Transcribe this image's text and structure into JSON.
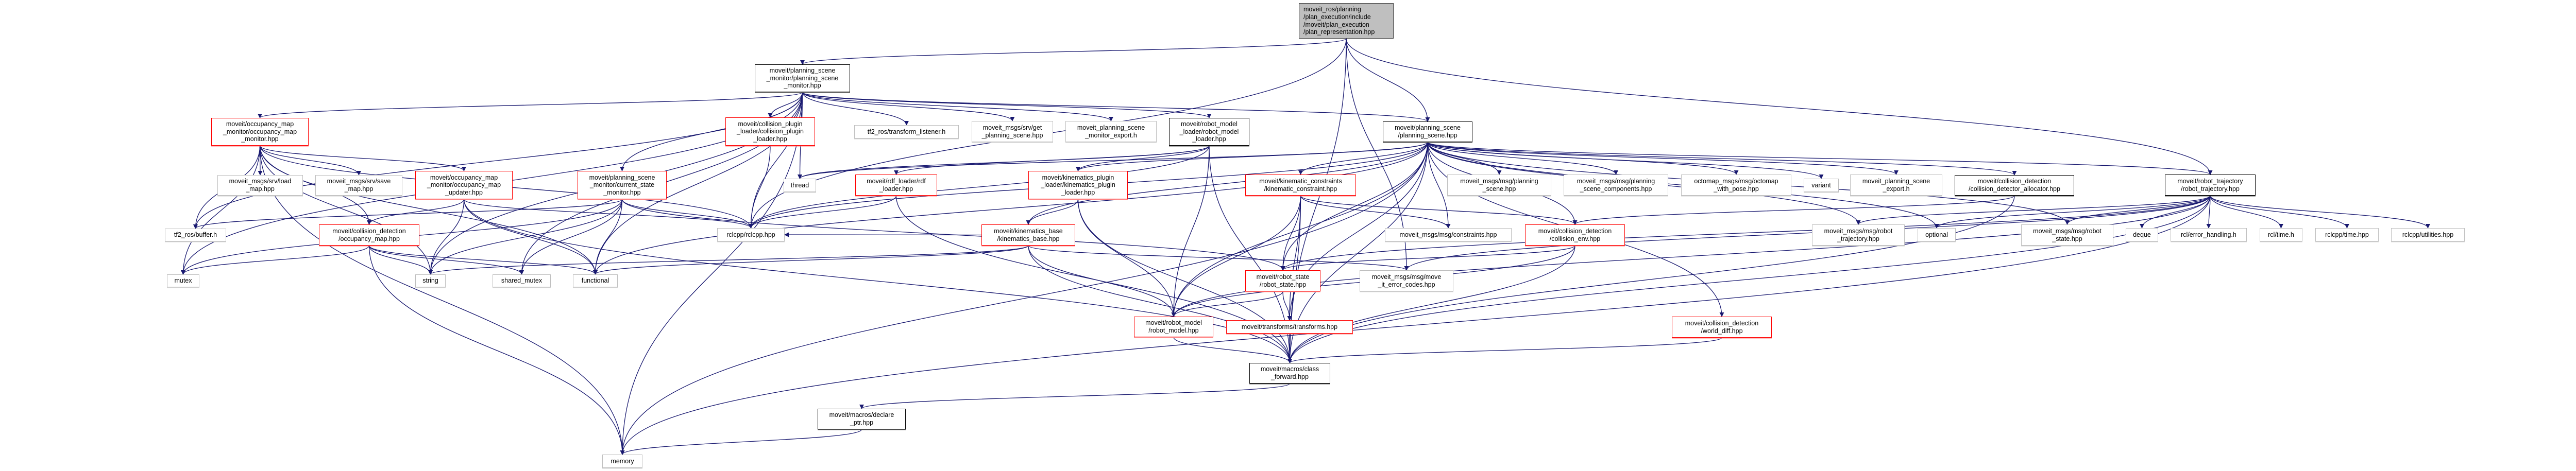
{
  "graph": {
    "edge_color": "#191970",
    "nodes": [
      {
        "id": "root",
        "label": "moveit_ros/planning\n/plan_execution/include\n/moveit/plan_execution\n/plan_representation.hpp"
      },
      {
        "id": "psm",
        "label": "moveit/planning_scene\n_monitor/planning_scene\n_monitor.hpp"
      },
      {
        "id": "ps",
        "label": "moveit/planning_scene\n/planning_scene.hpp"
      },
      {
        "id": "omm",
        "label": "moveit/occupancy_map\n_monitor/occupancy_map\n_monitor.hpp"
      },
      {
        "id": "cpl",
        "label": "moveit/collision_plugin\n_loader/collision_plugin\n_loader.hpp"
      },
      {
        "id": "tfl",
        "label": "tf2_ros/transform_listener.h"
      },
      {
        "id": "gps",
        "label": "moveit_msgs/srv/get\n_planning_scene.hpp"
      },
      {
        "id": "psme",
        "label": "moveit_planning_scene\n_monitor_export.h"
      },
      {
        "id": "rml",
        "label": "moveit/robot_model\n_loader/robot_model\n_loader.hpp"
      },
      {
        "id": "csm",
        "label": "moveit/planning_scene\n_monitor/current_state\n_monitor.hpp"
      },
      {
        "id": "load",
        "label": "moveit_msgs/srv/load\n_map.hpp"
      },
      {
        "id": "save",
        "label": "moveit_msgs/srv/save\n_map.hpp"
      },
      {
        "id": "upd",
        "label": "moveit/occupancy_map\n_monitor/occupancy_map\n_updater.hpp"
      },
      {
        "id": "buf",
        "label": "tf2_ros/buffer.h"
      },
      {
        "id": "com",
        "label": "moveit/collision_detection\n/occupancy_map.hpp"
      },
      {
        "id": "mutex",
        "label": "mutex"
      },
      {
        "id": "string",
        "label": "string"
      },
      {
        "id": "smutex",
        "label": "shared_mutex"
      },
      {
        "id": "func",
        "label": "functional"
      },
      {
        "id": "memory",
        "label": "memory"
      },
      {
        "id": "thread",
        "label": "thread"
      },
      {
        "id": "rdf",
        "label": "moveit/rdf_loader/rdf\n_loader.hpp"
      },
      {
        "id": "kpl",
        "label": "moveit/kinematics_plugin\n_loader/kinematics_plugin\n_loader.hpp"
      },
      {
        "id": "kb",
        "label": "moveit/kinematics_base\n/kinematics_base.hpp"
      },
      {
        "id": "rclcpp",
        "label": "rclcpp/rclcpp.hpp"
      },
      {
        "id": "kc",
        "label": "moveit/kinematic_constraints\n/kinematic_constraint.hpp"
      },
      {
        "id": "psmsg",
        "label": "moveit_msgs/msg/planning\n_scene.hpp"
      },
      {
        "id": "psc",
        "label": "moveit_msgs/msg/planning\n_scene_components.hpp"
      },
      {
        "id": "octo",
        "label": "octomap_msgs/msg/octomap\n_with_pose.hpp"
      },
      {
        "id": "variant",
        "label": "variant"
      },
      {
        "id": "pse",
        "label": "moveit_planning_scene\n_export.h"
      },
      {
        "id": "cda",
        "label": "moveit/collision_detection\n/collision_detector_allocator.hpp"
      },
      {
        "id": "rt",
        "label": "moveit/robot_trajectory\n/robot_trajectory.hpp"
      },
      {
        "id": "cons",
        "label": "moveit_msgs/msg/constraints.hpp"
      },
      {
        "id": "cenv",
        "label": "moveit/collision_detection\n/collision_env.hpp"
      },
      {
        "id": "mrt",
        "label": "moveit_msgs/msg/robot\n_trajectory.hpp"
      },
      {
        "id": "opt",
        "label": "optional"
      },
      {
        "id": "mrs",
        "label": "moveit_msgs/msg/robot\n_state.hpp"
      },
      {
        "id": "deque",
        "label": "deque"
      },
      {
        "id": "rclerr",
        "label": "rcl/error_handling.h"
      },
      {
        "id": "rcltime",
        "label": "rcl/time.h"
      },
      {
        "id": "rclcpptime",
        "label": "rclcpp/time.hpp"
      },
      {
        "id": "util",
        "label": "rclcpp/utilities.hpp"
      },
      {
        "id": "rs",
        "label": "moveit/robot_state\n/robot_state.hpp"
      },
      {
        "id": "mec",
        "label": "moveit_msgs/msg/move\n_it_error_codes.hpp"
      },
      {
        "id": "rm",
        "label": "moveit/robot_model\n/robot_model.hpp"
      },
      {
        "id": "tf",
        "label": "moveit/transforms/transforms.hpp"
      },
      {
        "id": "wd",
        "label": "moveit/collision_detection\n/world_diff.hpp"
      },
      {
        "id": "cf",
        "label": "moveit/macros/class\n_forward.hpp"
      },
      {
        "id": "dp",
        "label": "moveit/macros/declare\n_ptr.hpp"
      }
    ],
    "edges": [
      [
        "root",
        "psm"
      ],
      [
        "root",
        "ps"
      ],
      [
        "root",
        "rt"
      ],
      [
        "root",
        "rclcpp"
      ],
      [
        "root",
        "cf"
      ],
      [
        "root",
        "mec"
      ],
      [
        "psm",
        "omm"
      ],
      [
        "psm",
        "cpl"
      ],
      [
        "psm",
        "tfl"
      ],
      [
        "psm",
        "gps"
      ],
      [
        "psm",
        "psme"
      ],
      [
        "psm",
        "rml"
      ],
      [
        "psm",
        "ps"
      ],
      [
        "psm",
        "csm"
      ],
      [
        "psm",
        "thread"
      ],
      [
        "psm",
        "rclcpp"
      ],
      [
        "psm",
        "buf"
      ],
      [
        "psm",
        "mutex"
      ],
      [
        "psm",
        "memory"
      ],
      [
        "psm",
        "func"
      ],
      [
        "psm",
        "smutex"
      ],
      [
        "psm",
        "string"
      ],
      [
        "omm",
        "load"
      ],
      [
        "omm",
        "save"
      ],
      [
        "omm",
        "upd"
      ],
      [
        "omm",
        "com"
      ],
      [
        "omm",
        "buf"
      ],
      [
        "omm",
        "mutex"
      ],
      [
        "omm",
        "string"
      ],
      [
        "omm",
        "rclcpp"
      ],
      [
        "omm",
        "func"
      ],
      [
        "omm",
        "memory"
      ],
      [
        "upd",
        "com"
      ],
      [
        "upd",
        "string"
      ],
      [
        "upd",
        "func"
      ],
      [
        "upd",
        "cf"
      ],
      [
        "upd",
        "rclcpp"
      ],
      [
        "csm",
        "rclcpp"
      ],
      [
        "csm",
        "string"
      ],
      [
        "csm",
        "func"
      ],
      [
        "csm",
        "smutex"
      ],
      [
        "csm",
        "mutex"
      ],
      [
        "csm",
        "buf"
      ],
      [
        "csm",
        "rs"
      ],
      [
        "com",
        "mutex"
      ],
      [
        "com",
        "string"
      ],
      [
        "com",
        "smutex"
      ],
      [
        "com",
        "func"
      ],
      [
        "com",
        "memory"
      ],
      [
        "cpl",
        "rclcpp"
      ],
      [
        "rml",
        "rdf"
      ],
      [
        "rml",
        "kpl"
      ],
      [
        "rml",
        "thread"
      ],
      [
        "rml",
        "rclcpp"
      ],
      [
        "rml",
        "rm"
      ],
      [
        "rml",
        "cf"
      ],
      [
        "rdf",
        "rclcpp"
      ],
      [
        "rdf",
        "cf"
      ],
      [
        "kpl",
        "kb"
      ],
      [
        "kpl",
        "rm"
      ],
      [
        "kpl",
        "cf"
      ],
      [
        "kb",
        "rclcpp"
      ],
      [
        "kb",
        "mec"
      ],
      [
        "kb",
        "func"
      ],
      [
        "kb",
        "string"
      ],
      [
        "kb",
        "cf"
      ],
      [
        "kb",
        "rm"
      ],
      [
        "ps",
        "kc"
      ],
      [
        "ps",
        "psmsg"
      ],
      [
        "ps",
        "psc"
      ],
      [
        "ps",
        "octo"
      ],
      [
        "ps",
        "variant"
      ],
      [
        "ps",
        "pse"
      ],
      [
        "ps",
        "cda"
      ],
      [
        "ps",
        "rt"
      ],
      [
        "ps",
        "cenv"
      ],
      [
        "ps",
        "rs"
      ],
      [
        "ps",
        "rm"
      ],
      [
        "ps",
        "tf"
      ],
      [
        "ps",
        "cf"
      ],
      [
        "ps",
        "wd"
      ],
      [
        "ps",
        "cons"
      ],
      [
        "ps",
        "mrt"
      ],
      [
        "ps",
        "mrs"
      ],
      [
        "ps",
        "opt"
      ],
      [
        "ps",
        "rclcpp"
      ],
      [
        "ps",
        "thread"
      ],
      [
        "ps",
        "func"
      ],
      [
        "ps",
        "memory"
      ],
      [
        "ps",
        "kb"
      ],
      [
        "ps",
        "kpl"
      ],
      [
        "kc",
        "cons"
      ],
      [
        "kc",
        "cenv"
      ],
      [
        "kc",
        "rs"
      ],
      [
        "kc",
        "rm"
      ],
      [
        "kc",
        "tf"
      ],
      [
        "kc",
        "cf"
      ],
      [
        "cenv",
        "rs"
      ],
      [
        "cenv",
        "cf"
      ],
      [
        "cenv",
        "rm"
      ],
      [
        "rs",
        "rm"
      ],
      [
        "rs",
        "tf"
      ],
      [
        "rm",
        "cf"
      ],
      [
        "tf",
        "cf"
      ],
      [
        "wd",
        "cf"
      ],
      [
        "cf",
        "dp"
      ],
      [
        "dp",
        "memory"
      ],
      [
        "cda",
        "cenv"
      ],
      [
        "cda",
        "cf"
      ],
      [
        "rt",
        "mrt"
      ],
      [
        "rt",
        "opt"
      ],
      [
        "rt",
        "mrs"
      ],
      [
        "rt",
        "deque"
      ],
      [
        "rt",
        "rclerr"
      ],
      [
        "rt",
        "rcltime"
      ],
      [
        "rt",
        "rclcpptime"
      ],
      [
        "rt",
        "util"
      ],
      [
        "rt",
        "rs"
      ],
      [
        "rt",
        "rm"
      ],
      [
        "rt",
        "cf"
      ],
      [
        "rt",
        "memory"
      ],
      [
        "rt",
        "mec"
      ]
    ]
  }
}
